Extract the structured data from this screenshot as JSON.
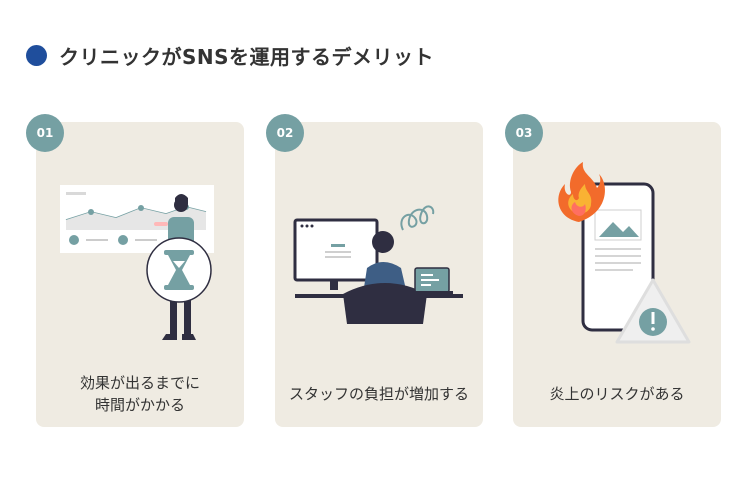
{
  "header": {
    "title": "クリニックがSNSを運用するデメリット"
  },
  "cards": [
    {
      "number": "01",
      "caption_line1": "効果が出るまでに",
      "caption_line2": "時間がかかる"
    },
    {
      "number": "02",
      "caption": "スタッフの負担が増加する"
    },
    {
      "number": "03",
      "caption": "炎上のリスクがある"
    }
  ],
  "colors": {
    "accent": "#1f4e9c",
    "teal": "#75a0a3",
    "card_bg": "#efebe2",
    "fire": "#f26b2b"
  }
}
